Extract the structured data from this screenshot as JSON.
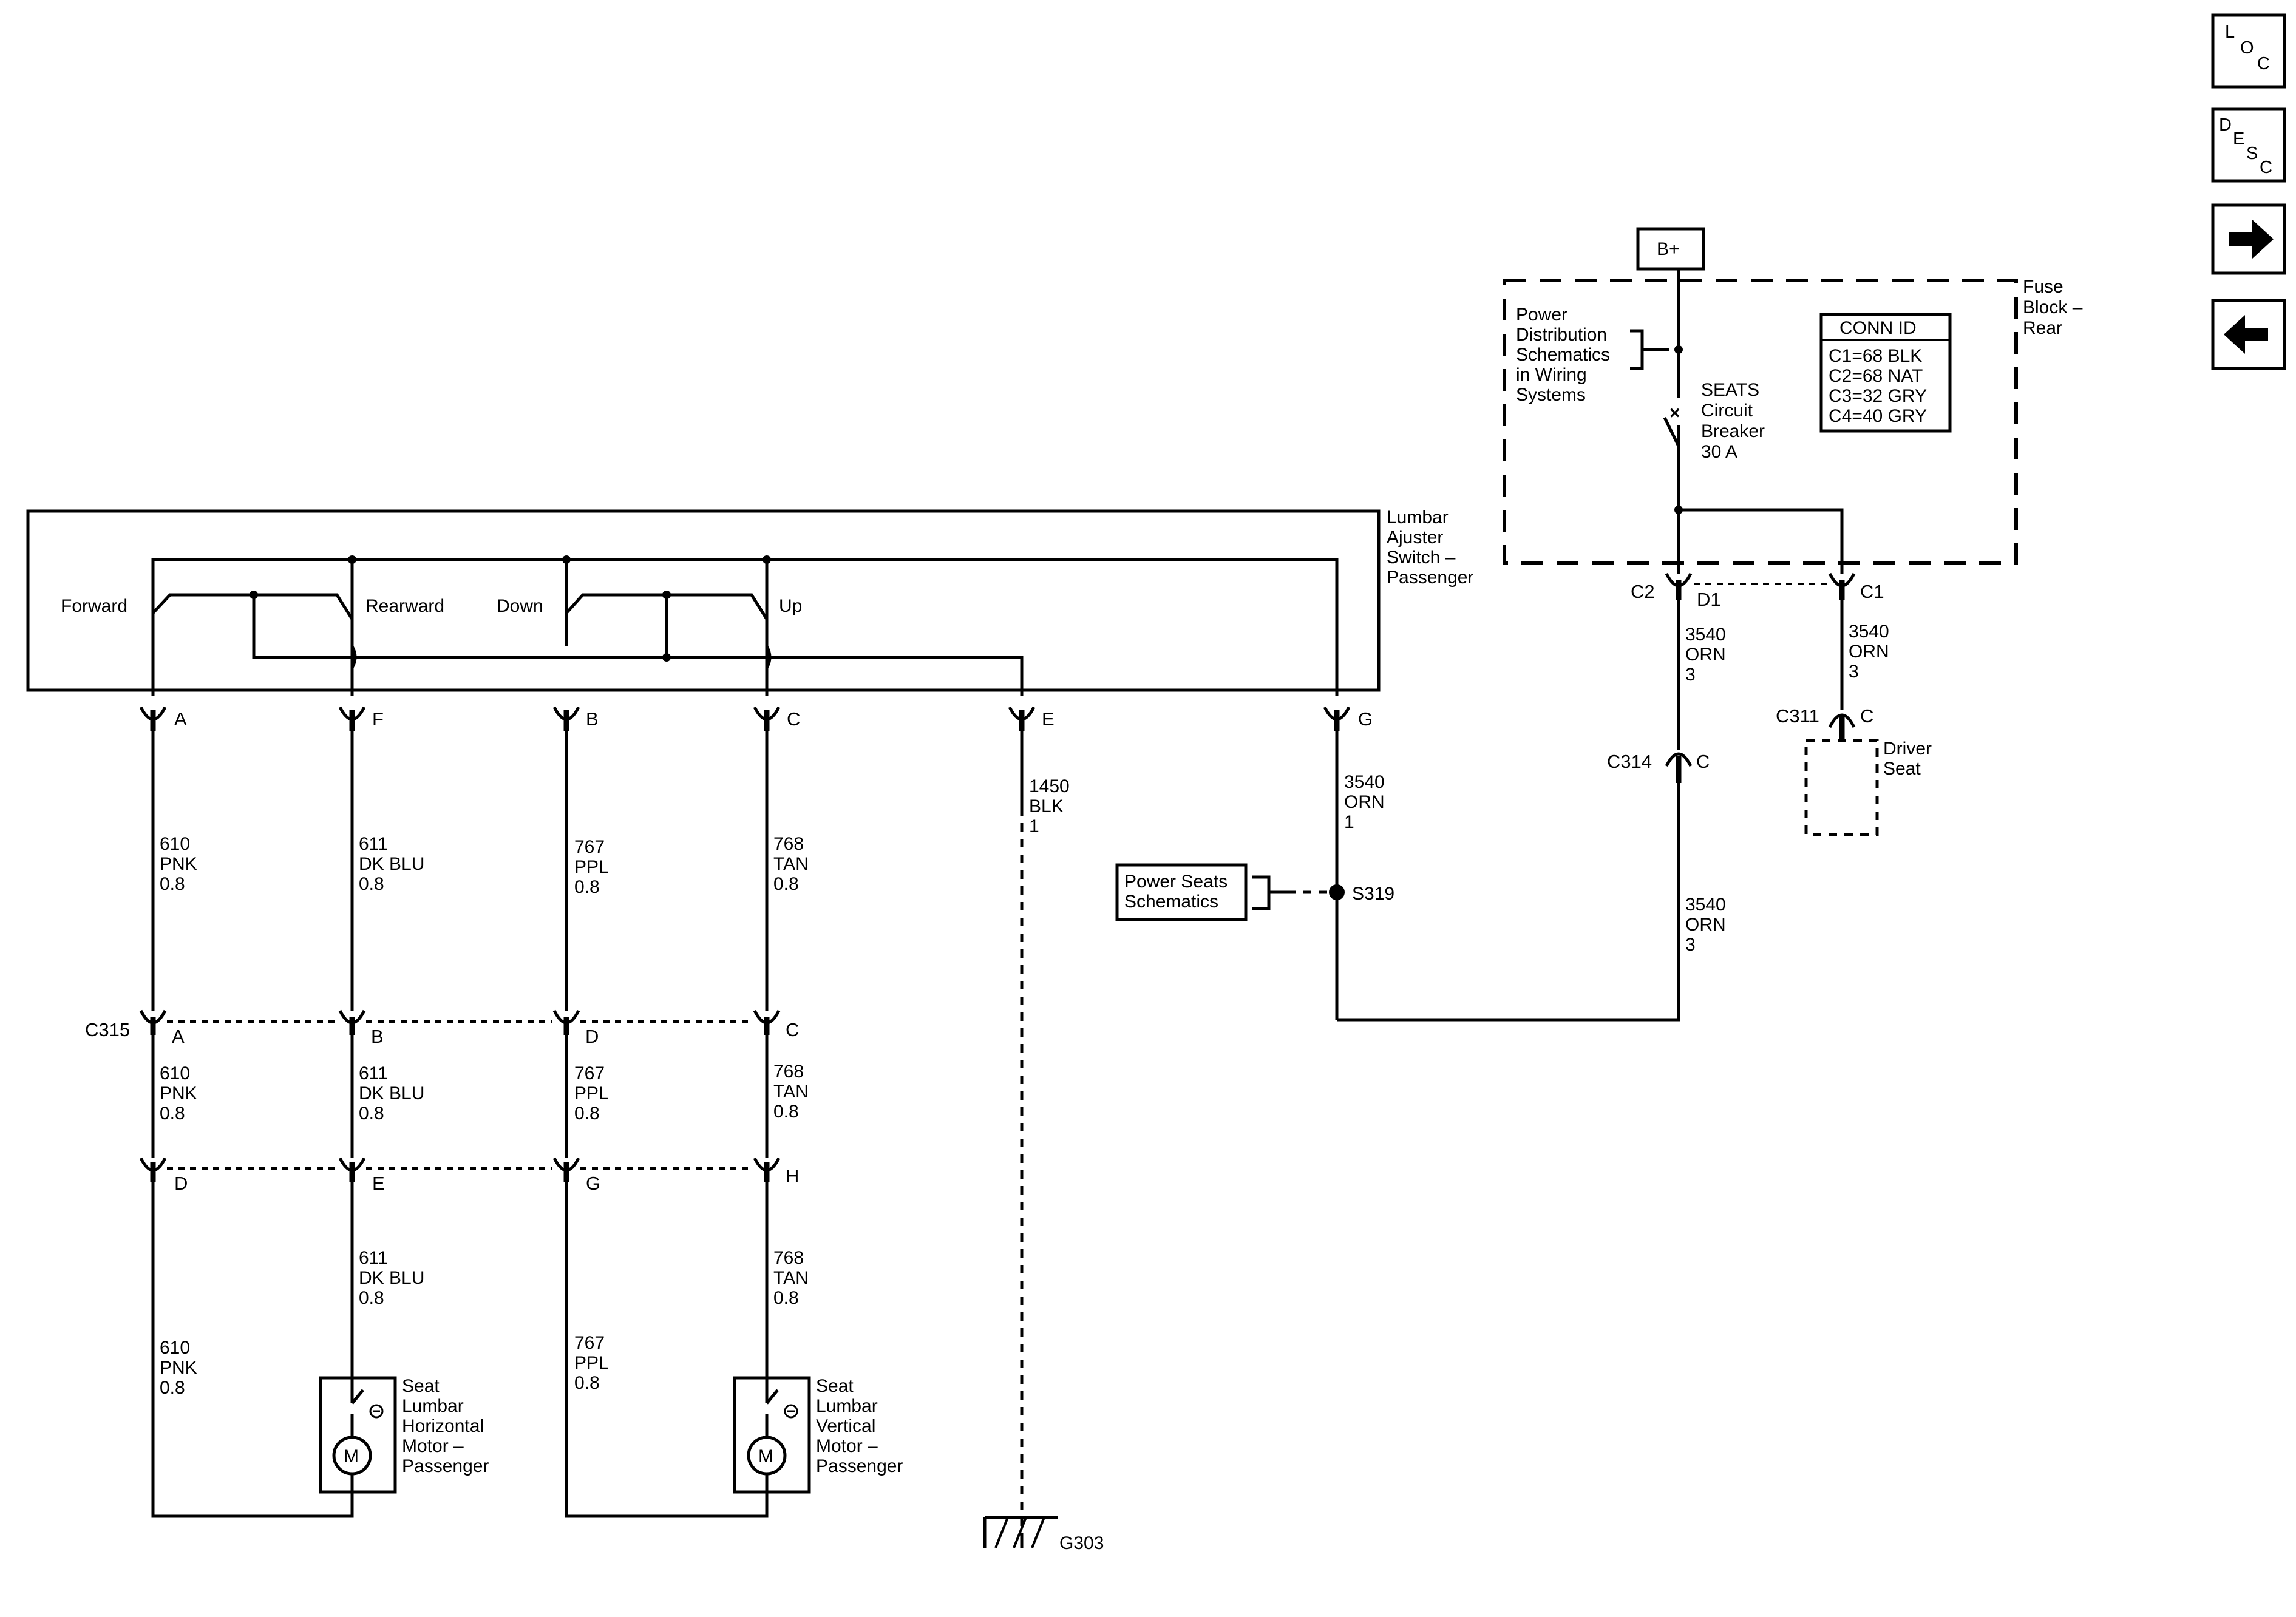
{
  "nav": {
    "loc": [
      "L",
      "O",
      "C"
    ],
    "desc": [
      "D",
      "E",
      "S",
      "C"
    ],
    "next_icon": "arrow-right-icon",
    "prev_icon": "arrow-left-icon"
  },
  "power": {
    "bplus": "B+",
    "fuse_block": [
      "Fuse",
      "Block –",
      "Rear"
    ],
    "power_dist": [
      "Power",
      "Distribution",
      "Schematics",
      "in Wiring",
      "Systems"
    ],
    "breaker": [
      "SEATS",
      "Circuit",
      "Breaker",
      "30 A"
    ],
    "conn_id_title": "CONN ID",
    "conn_ids": [
      "C1=68 BLK",
      "C2=68 NAT",
      "C3=32 GRY",
      "C4=40 GRY"
    ]
  },
  "switch": {
    "name": [
      "Lumbar",
      "Ajuster",
      "Switch –",
      "Passenger"
    ],
    "positions": [
      "Forward",
      "Rearward",
      "Down",
      "Up"
    ],
    "pins": [
      "A",
      "F",
      "B",
      "C",
      "E",
      "G"
    ]
  },
  "wires": {
    "w610": [
      "610",
      "PNK",
      "0.8"
    ],
    "w611": [
      "611",
      "DK BLU",
      "0.8"
    ],
    "w767": [
      "767",
      "PPL",
      "0.8"
    ],
    "w768": [
      "768",
      "TAN",
      "0.8"
    ],
    "w1450": [
      "1450",
      "BLK",
      "1"
    ],
    "w3540_1": [
      "3540",
      "ORN",
      "1"
    ],
    "w3540_3": [
      "3540",
      "ORN",
      "3"
    ]
  },
  "connectors": {
    "c2": "C2",
    "d1": "D1",
    "c1": "C1",
    "c311": "C311",
    "c311_pin": "C",
    "c314": "C314",
    "c314_pin": "C",
    "c315": "C315",
    "c315_pins": [
      "A",
      "B",
      "D",
      "C"
    ],
    "lower_pins": [
      "D",
      "E",
      "G",
      "H"
    ]
  },
  "components": {
    "driver_seat": [
      "Driver",
      "Seat"
    ],
    "power_seats": [
      "Power Seats",
      "Schematics"
    ],
    "splice": "S319",
    "ground": "G303",
    "motor_symbol": "M",
    "horiz_motor": [
      "Seat",
      "Lumbar",
      "Horizontal",
      "Motor –",
      "Passenger"
    ],
    "vert_motor": [
      "Seat",
      "Lumbar",
      "Vertical",
      "Motor –",
      "Passenger"
    ]
  }
}
